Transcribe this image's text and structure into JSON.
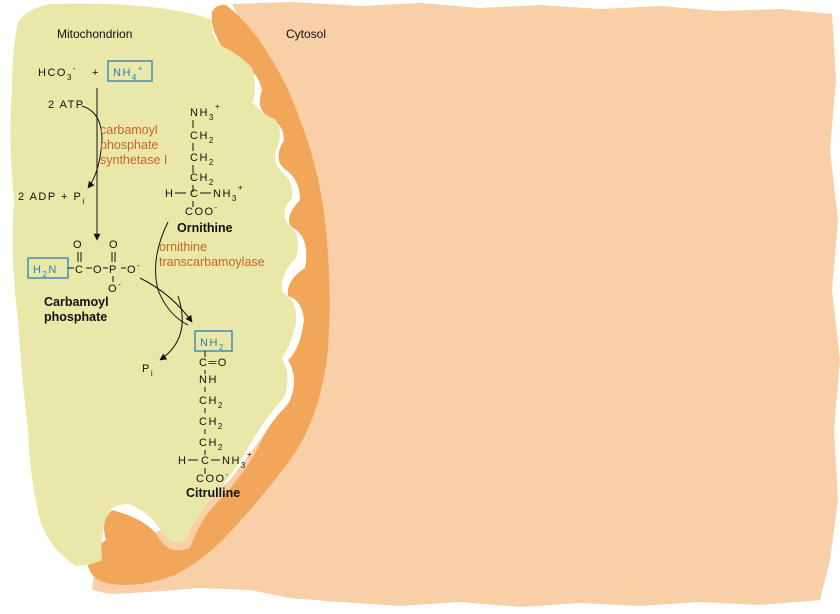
{
  "labels": {
    "mitochondrion": "Mitochondrion",
    "cytosol": "Cytosol"
  },
  "colors": {
    "mitochondrion_fill": "#e9e8a8",
    "membrane": "#f2a65a",
    "cytosol_fill": "#f8cfa6",
    "enzyme_text": "#c8642a",
    "box_blue": "#2a7fb8"
  },
  "reactants": {
    "hco3": "HCO",
    "hco3_sub": "3",
    "hco3_sup": "-",
    "plus": "+",
    "nh4": "NH",
    "nh4_sub": "4",
    "nh4_sup": "+",
    "atp": "2 ATP",
    "adp": "2 ADP + P",
    "adp_sub": "i"
  },
  "enzymes": {
    "cps1": [
      "carbamoyl",
      "phosphate",
      "synthetase I"
    ],
    "otc": [
      "ornithine",
      "transcarbamoylase"
    ]
  },
  "ornithine": {
    "name": "Ornithine",
    "nh3": "NH",
    "nh3_sub": "3",
    "nh3_sup": "+",
    "ch2": "CH",
    "ch2_sub": "2",
    "h": "H",
    "c": "C",
    "coo": "COO",
    "coo_sup": "-",
    "dash": "-"
  },
  "carbamoyl_phosphate": {
    "name_line1": "Carbamoyl",
    "name_line2": "phosphate",
    "h2n": "H",
    "h2n_sub": "2",
    "h2n_n": "N",
    "o": "O",
    "c": "C",
    "p": "P",
    "o_minus": "O",
    "minus": "-"
  },
  "pi": {
    "p": "P",
    "sub": "i"
  },
  "citrulline": {
    "name": "Citrulline",
    "nh2": "NH",
    "nh2_sub": "2",
    "c_eq_o": "C═O",
    "nh": "NH",
    "ch2": "CH",
    "ch2_sub": "2",
    "h": "H",
    "c": "C",
    "nh3": "NH",
    "nh3_sub": "3",
    "nh3_sup": "+",
    "coo": "COO",
    "coo_sup": "-"
  }
}
